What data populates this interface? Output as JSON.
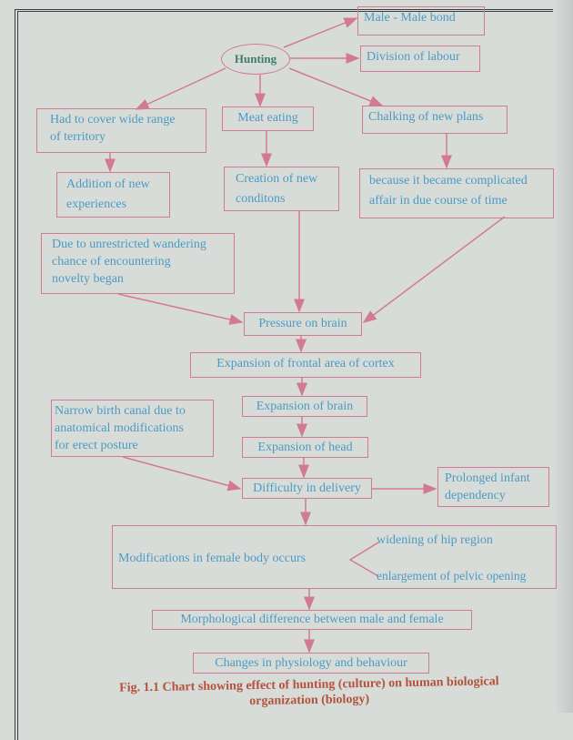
{
  "root": "Hunting",
  "nodes": {
    "male_bond": "Male - Male bond",
    "division": "Division of labour",
    "territory": [
      "Had to cover wide range",
      "of territory"
    ],
    "meat": "Meat eating",
    "chalking": "Chalking of new plans",
    "addition": [
      "Addition of new",
      "experiences"
    ],
    "creation": [
      "Creation of new",
      "conditons"
    ],
    "because": [
      "because it became complicated",
      "affair in due course of time"
    ],
    "wandering": [
      "Due to unrestricted wandering",
      "chance of encountering",
      "novelty began"
    ],
    "pressure": "Pressure on brain",
    "frontal": "Expansion of frontal area of cortex",
    "birth_canal": [
      "Narrow birth canal due to",
      "anatomical modifications",
      "for erect posture"
    ],
    "brain": "Expansion of brain",
    "head": "Expansion of head",
    "delivery": "Difficulty in delivery",
    "infant": [
      "Prolonged  infant",
      "dependency"
    ],
    "female": "Modifications in female body occurs",
    "hip": "widening of hip region",
    "pelvic": "enlargement of pelvic opening",
    "morph": "Morphological difference between male and female",
    "changes": "Changes in physiology and behaviour"
  },
  "caption": [
    "Fig. 1.1 Chart showing effect of hunting (culture) on human biological",
    "organization (biology)"
  ],
  "colors": {
    "line": "#d27a92",
    "text": "#4c9ac2",
    "caption": "#b3523c"
  }
}
